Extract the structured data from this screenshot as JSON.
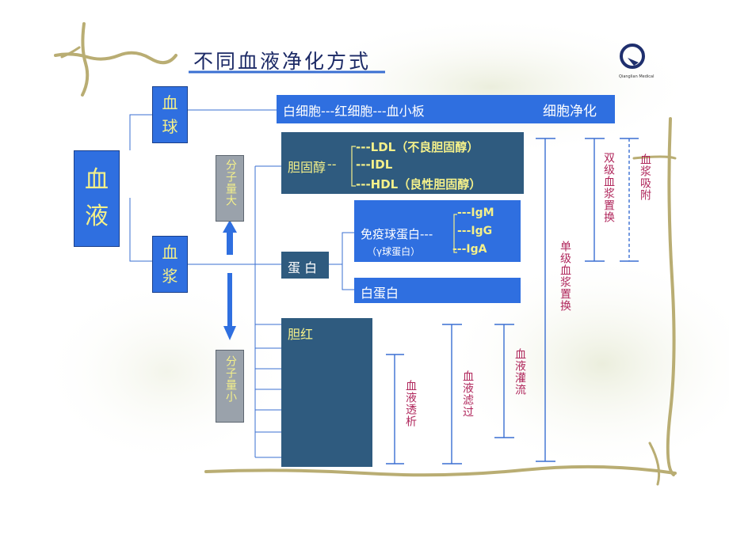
{
  "title": "不同血液净化方式",
  "logo": {
    "caption": "Qianglian Medical"
  },
  "blood": {
    "label": "血\n液"
  },
  "cells": {
    "label": "血\n球",
    "components": "白细胞---红细胞---血小板",
    "method": "细胞净化"
  },
  "plasma": {
    "label": "血\n浆"
  },
  "molecule_large": "分子量大",
  "molecule_small": "分子量小",
  "cholesterol": {
    "label": "胆固醇",
    "ldl": "---LDL（不良胆固醇）",
    "idl": "---IDL",
    "hdl": "---HDL（良性胆固醇）"
  },
  "protein": {
    "label": "蛋 白"
  },
  "globulin": {
    "label": "免疫球蛋白---",
    "sub": "（γ球蛋白）",
    "igm": "---IgM",
    "igg": "---IgG",
    "iga": "---IgA"
  },
  "albumin": {
    "label": "白蛋白"
  },
  "bilirubin": {
    "label": "胆红"
  },
  "methods": {
    "hemodialysis": "血液透析",
    "hemofiltration": "血液滤过",
    "hemoperfusion": "血液灌流",
    "single_pe": "单级血浆置换",
    "double_pe": "双级血浆置换",
    "plasma_adsorption": "血浆吸附"
  },
  "colors": {
    "dark_box": "#2f5b7f",
    "bright_box": "#2f6fe0",
    "yellow_text": "#f4f08a",
    "method_text": "#b0275c",
    "line": "#3a6fd2"
  }
}
